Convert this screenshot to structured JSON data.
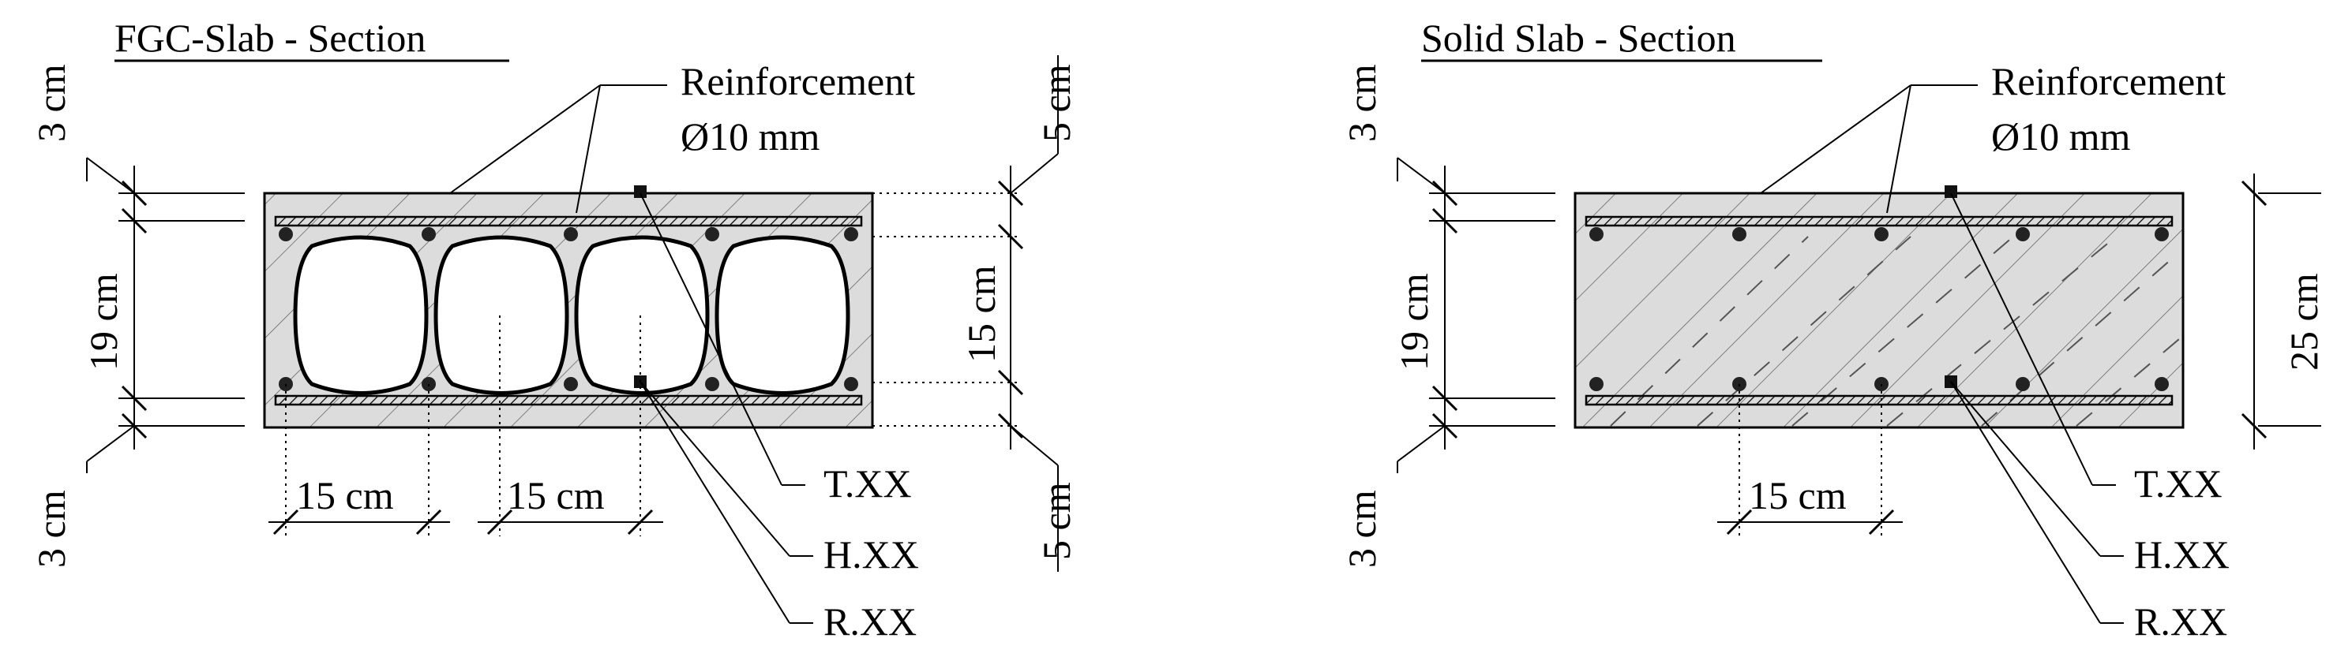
{
  "left": {
    "title": "FGC-Slab - Section",
    "reinforcement_label": "Reinforcement",
    "reinforcement_size": "Ø10 mm",
    "dim_top_cover": "3 cm",
    "dim_inner": "19 cm",
    "dim_bottom_cover": "3 cm",
    "dim_right_top": "5 cm",
    "dim_right_middle": "15 cm",
    "dim_right_bottom": "5 cm",
    "dim_spacing_1": "15 cm",
    "dim_spacing_2": "15 cm",
    "sensor_t": "T.XX",
    "sensor_h": "H.XX",
    "sensor_r": "R.XX",
    "void_count": 4
  },
  "right": {
    "title": "Solid Slab - Section",
    "reinforcement_label": "Reinforcement",
    "reinforcement_size": "Ø10 mm",
    "dim_top_cover": "3 cm",
    "dim_inner": "19 cm",
    "dim_bottom_cover": "3 cm",
    "dim_total": "25 cm",
    "dim_spacing": "15 cm",
    "sensor_t": "T.XX",
    "sensor_h": "H.XX",
    "sensor_r": "R.XX"
  },
  "colors": {
    "concrete_fill": "#dcdcdc",
    "line": "#000000",
    "hatch": "#666666"
  }
}
